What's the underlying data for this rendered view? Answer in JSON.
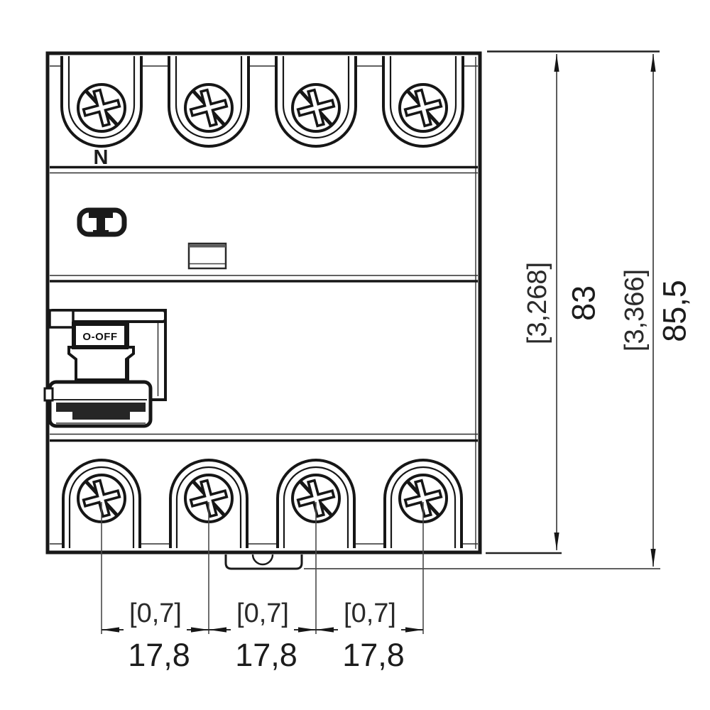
{
  "device": {
    "neutral_terminal_label": "N",
    "switch_state_label": "O-OFF",
    "icons": {
      "test_button": "t-handle-test-icon",
      "terminal_screws": "phillips-screw-icon",
      "rail_clip": "din-rail-clip"
    }
  },
  "dimensions": {
    "vertical": [
      {
        "name": "body-height",
        "inches": "[3,268]",
        "mm": "83"
      },
      {
        "name": "overall-height",
        "inches": "[3,366]",
        "mm": "85,5"
      }
    ],
    "horizontal": [
      {
        "name": "pole-pitch-1",
        "inches": "[0,7]",
        "mm": "17,8"
      },
      {
        "name": "pole-pitch-2",
        "inches": "[0,7]",
        "mm": "17,8"
      },
      {
        "name": "pole-pitch-3",
        "inches": "[0,7]",
        "mm": "17,8"
      }
    ]
  }
}
